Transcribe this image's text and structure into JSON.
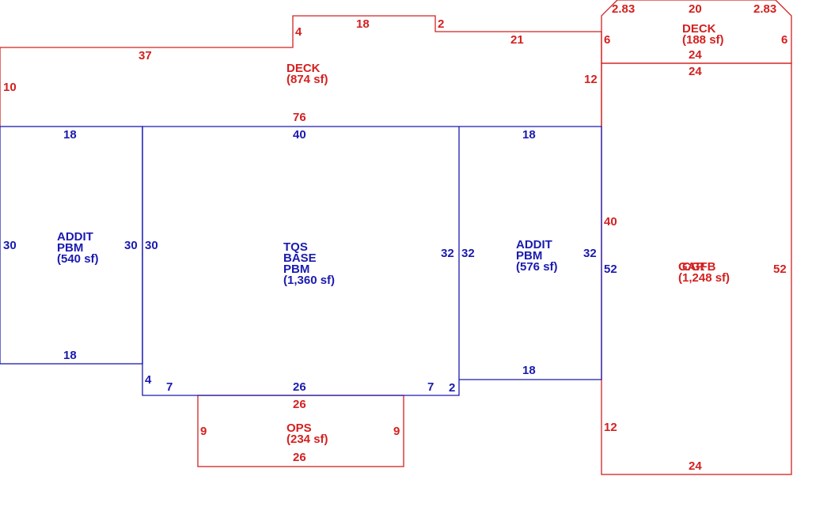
{
  "colors": {
    "red": "#d42020",
    "blue": "#1a1ab0"
  },
  "areas": {
    "deck_main": {
      "name": "DECK",
      "area": "(874 sf)"
    },
    "deck_small": {
      "name": "DECK",
      "area": "(188 sf)"
    },
    "addit_left": {
      "name": "ADDIT",
      "line2": "PBM",
      "area": "(540 sf)"
    },
    "base": {
      "name": "TQS",
      "line2": "BASE",
      "line3": "PBM",
      "area": "(1,360 sf)"
    },
    "addit_right": {
      "name": "ADDIT",
      "line2": "PBM",
      "area": "(576 sf)"
    },
    "garage": {
      "name_a": "GAR",
      "name_b": "CGFB",
      "area": "(1,248 sf)"
    },
    "ops": {
      "name": "OPS",
      "area": "(234 sf)"
    }
  },
  "dimensions": {
    "deck_main": {
      "step_up": "4",
      "top_mid": "18",
      "step_down": "2",
      "top_right": "21",
      "top_left": "37",
      "left": "10",
      "right": "12",
      "bottom": "76"
    },
    "deck_small": {
      "corner_left": "2.83",
      "top": "20",
      "corner_right": "2.83",
      "left": "6",
      "right": "6",
      "bottom": "24"
    },
    "addit_left": {
      "top": "18",
      "left": "30",
      "right": "30",
      "bottom": "18"
    },
    "base": {
      "top": "40",
      "left": "30",
      "right": "32",
      "jog_left": "4",
      "bottom_left": "7",
      "bottom": "26",
      "bottom_right": "7",
      "jog_right": "2"
    },
    "addit_right": {
      "top": "18",
      "left": "32",
      "right": "32",
      "bottom": "18"
    },
    "garage": {
      "top": "24",
      "left_upper": "40",
      "left_mid": "52",
      "left_lower": "12",
      "right": "52",
      "bottom": "24"
    },
    "ops": {
      "top": "26",
      "left": "9",
      "right": "9",
      "bottom": "26"
    }
  }
}
